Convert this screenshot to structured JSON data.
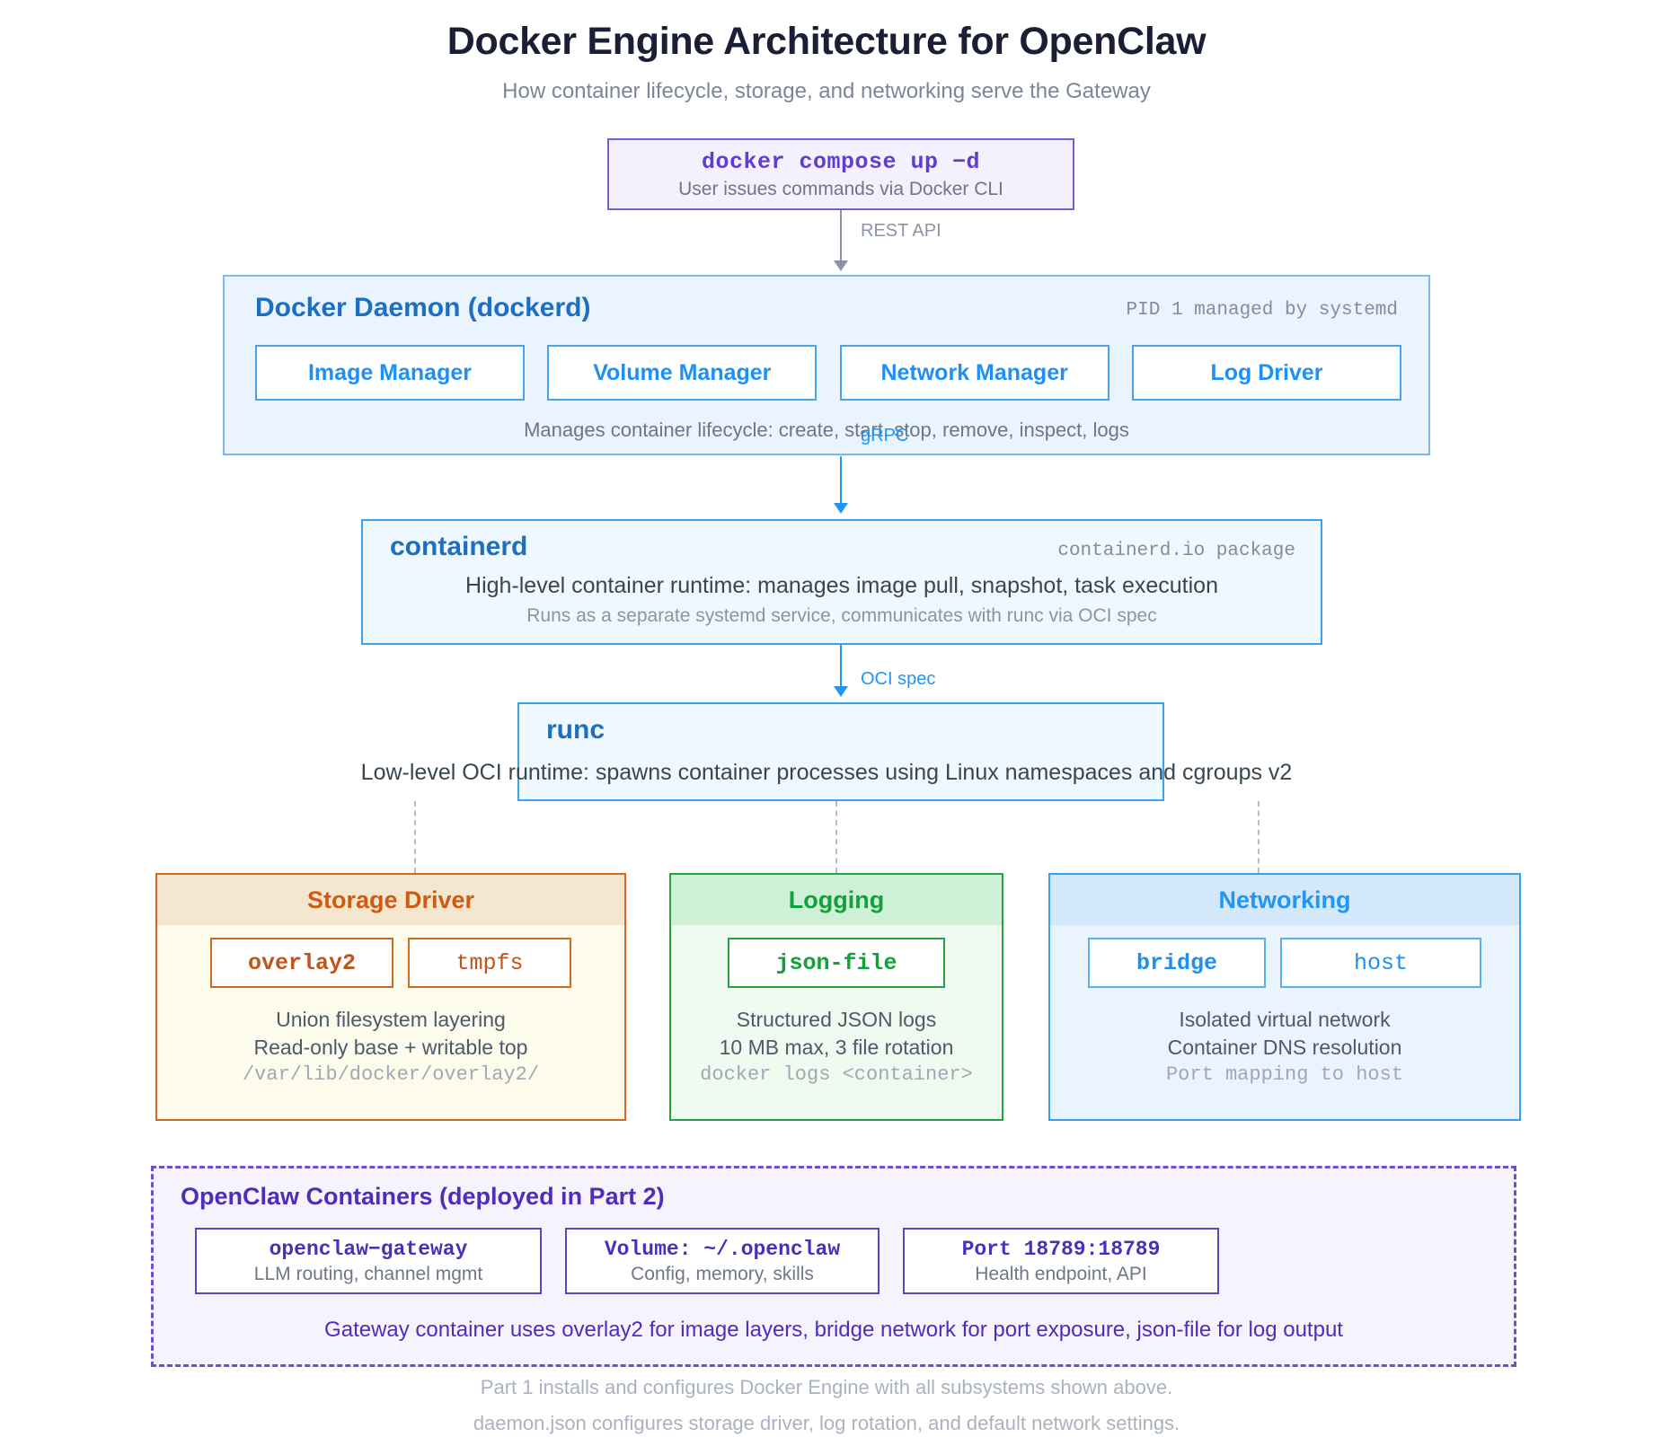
{
  "header": {
    "title": "Docker Engine Architecture for OpenClaw",
    "subtitle": "How container lifecycle, storage, and networking serve the Gateway"
  },
  "cli": {
    "command": "docker compose up −d",
    "description": "User issues commands via Docker CLI"
  },
  "edges": {
    "rest_api": "REST API",
    "grpc": "gRPC",
    "oci_spec": "OCI spec"
  },
  "daemon": {
    "title": "Docker Daemon (dockerd)",
    "note": "PID 1 managed by systemd",
    "components": [
      {
        "label": "Image Manager"
      },
      {
        "label": "Volume Manager"
      },
      {
        "label": "Network Manager"
      },
      {
        "label": "Log Driver"
      }
    ],
    "description": "Manages container lifecycle: create, start, stop, remove, inspect, logs"
  },
  "containerd": {
    "title": "containerd",
    "note": "containerd.io package",
    "line1": "High-level container runtime: manages image pull, snapshot, task execution",
    "line2": "Runs as a separate systemd service, communicates with runc via OCI spec"
  },
  "runc": {
    "title": "runc",
    "description": "Low-level OCI runtime: spawns container processes using Linux namespaces and cgroups v2"
  },
  "panels": [
    {
      "id": "storage",
      "title": "Storage Driver",
      "chips": [
        {
          "label": "overlay2",
          "bold": true
        },
        {
          "label": "tmpfs",
          "bold": false
        }
      ],
      "line1": "Union filesystem layering",
      "line2": "Read-only base + writable top",
      "line3": "/var/lib/docker/overlay2/",
      "accent": "#d2691e"
    },
    {
      "id": "logging",
      "title": "Logging",
      "chips": [
        {
          "label": "json-file",
          "bold": true
        }
      ],
      "line1": "Structured JSON logs",
      "line2": "10 MB max, 3 file rotation",
      "line3": "docker logs <container>",
      "accent": "#25a244"
    },
    {
      "id": "networking",
      "title": "Networking",
      "chips": [
        {
          "label": "bridge",
          "bold": true
        },
        {
          "label": "host",
          "bold": false
        }
      ],
      "line1": "Isolated virtual network",
      "line2": "Container DNS resolution",
      "line3": "Port mapping to host",
      "accent": "#37a0ef"
    }
  ],
  "openclaw": {
    "title": "OpenClaw Containers (deployed in Part 2)",
    "cards": [
      {
        "title": "openclaw−gateway",
        "subtitle": "LLM routing, channel mgmt"
      },
      {
        "title": "Volume: ~/.openclaw",
        "subtitle": "Config, memory, skills"
      },
      {
        "title": "Port 18789:18789",
        "subtitle": "Health endpoint, API"
      }
    ],
    "footer": "Gateway container uses overlay2 for image layers, bridge network for port exposure, json-file for log output"
  },
  "footer": {
    "line1": "Part 1 installs and configures Docker Engine with all subsystems shown above.",
    "line2": "daemon.json configures storage driver, log rotation, and default network settings."
  }
}
